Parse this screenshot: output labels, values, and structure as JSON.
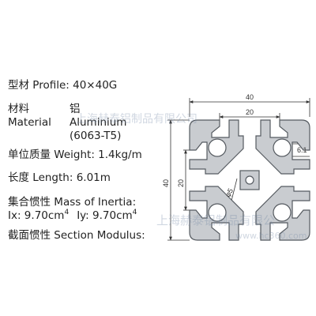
{
  "specs": {
    "profile": {
      "label": "型材 Profile:",
      "value": "40×40G"
    },
    "material": {
      "label_cn": "材料",
      "label_en": "Material",
      "value_cn": "铝",
      "value_en": "Aluminium",
      "value_grade": "(6063-T5)"
    },
    "weight": {
      "label": "单位质量 Weight:",
      "value": "1.4kg/m"
    },
    "length": {
      "label": "长度 Length:",
      "value": "6.01m"
    },
    "inertia": {
      "label": "集合惯性  Mass of Inertia:",
      "ix": "Ix: 9.70cm",
      "iy": "Iy: 9.70cm",
      "exp": "4"
    },
    "modulus": {
      "label": "截面惯性  Section Modulus:"
    }
  },
  "dimensions": {
    "overall_width": "40",
    "slot_width": "20",
    "slot_depth": "6.1",
    "overall_height": "40",
    "inner_height": "20",
    "diameter": "φ5"
  },
  "watermark": {
    "line1": "上海赫泰铝制品有限公司",
    "line2": "上海赫泰铝制品有限公",
    "url": "www.hc360.com"
  },
  "colors": {
    "profile_fill": "#c9ccd0",
    "profile_stroke": "#555a60",
    "dim_line": "#333333",
    "watermark": "#8ea0b8"
  }
}
